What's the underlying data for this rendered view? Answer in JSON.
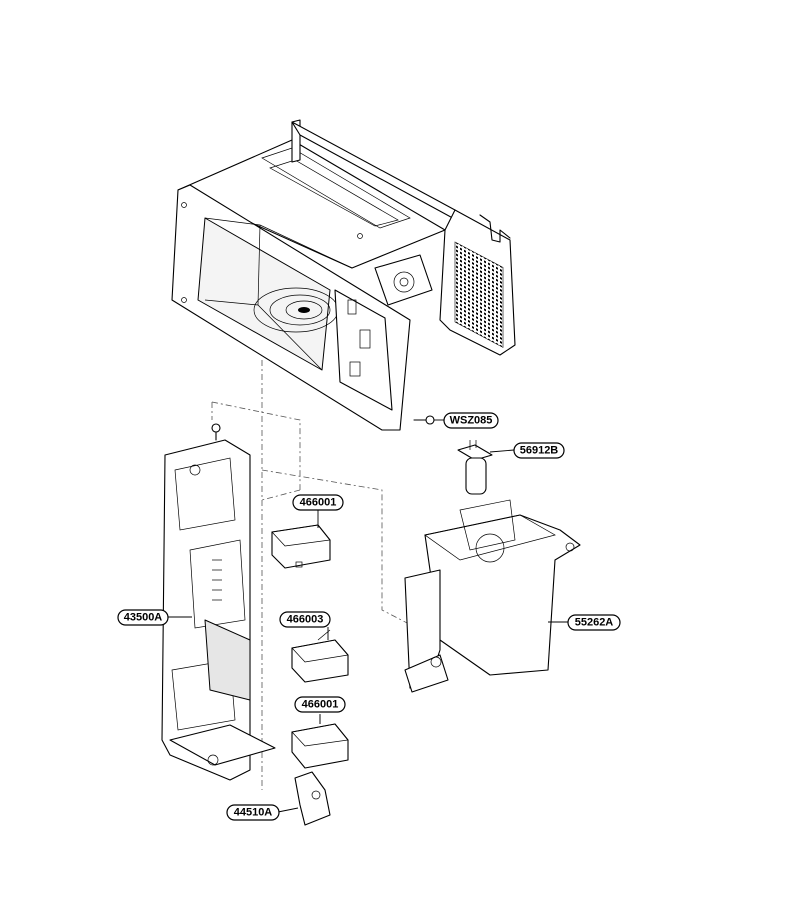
{
  "parts": [
    {
      "id": "wsz085",
      "label": "WSZ085"
    },
    {
      "id": "56912b",
      "label": "56912B"
    },
    {
      "id": "466001-upper",
      "label": "466001"
    },
    {
      "id": "43500a",
      "label": "43500A"
    },
    {
      "id": "466003",
      "label": "466003"
    },
    {
      "id": "55262a",
      "label": "55262A"
    },
    {
      "id": "466001-lower",
      "label": "466001"
    },
    {
      "id": "44510a",
      "label": "44510A"
    }
  ]
}
